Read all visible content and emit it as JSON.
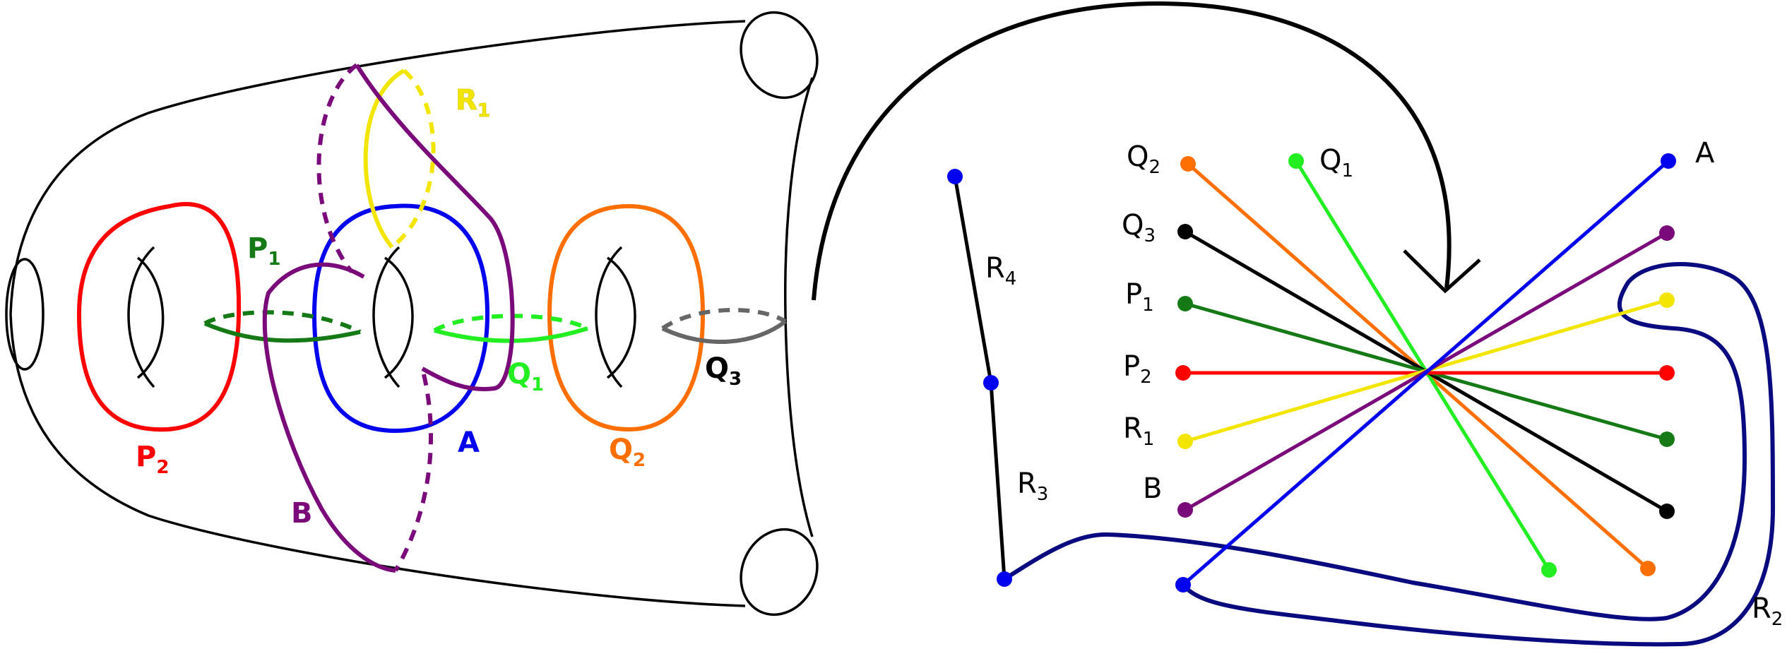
{
  "left_labels": {
    "R1": {
      "main": "R",
      "sub": "1",
      "color": "#f2e600"
    },
    "P1": {
      "main": "P",
      "sub": "1",
      "color": "#157a15"
    },
    "P2": {
      "main": "P",
      "sub": "2",
      "color": "#ff0000"
    },
    "A": {
      "main": "A",
      "color": "#0000ee"
    },
    "B": {
      "main": "B",
      "color": "#7a0a7a"
    },
    "Q1": {
      "main": "Q",
      "sub": "1",
      "color": "#22ee22"
    },
    "Q2": {
      "main": "Q",
      "sub": "2",
      "color": "#ff6f00"
    },
    "Q3": {
      "main": "Q",
      "sub": "3",
      "color": "#000000"
    }
  },
  "right_labels": {
    "Q2": {
      "main": "Q",
      "sub": "2"
    },
    "Q1": {
      "main": "Q",
      "sub": "1"
    },
    "Q3": {
      "main": "Q",
      "sub": "3"
    },
    "P1": {
      "main": "P",
      "sub": "1"
    },
    "P2": {
      "main": "P",
      "sub": "2"
    },
    "R1": {
      "main": "R",
      "sub": "1"
    },
    "B": {
      "main": "B"
    },
    "A": {
      "main": "A"
    },
    "R4": {
      "main": "R",
      "sub": "4"
    },
    "R3": {
      "main": "R",
      "sub": "3"
    },
    "R2": {
      "main": "R",
      "sub": "2"
    }
  },
  "colors": {
    "R": "#f2e600",
    "P1": "#157a15",
    "P2": "#ff0000",
    "A": "#0000ee",
    "B": "#7a0a7a",
    "Q1": "#22ee22",
    "Q2": "#ff6f00",
    "Q3": "#000000",
    "Q3_left": "#666666",
    "R_nodes": "#0000ee",
    "R2_curve": "#0a0a80"
  }
}
